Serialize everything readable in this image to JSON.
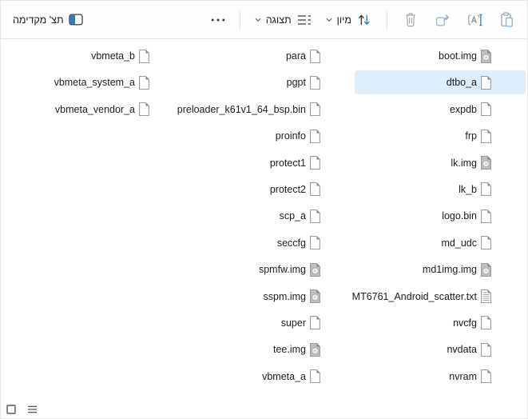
{
  "toolbar": {
    "preview_label": "תצ' מקדימה",
    "view_label": "תצוגה",
    "sort_label": "מיון"
  },
  "icons": {
    "toolbar": [
      "paste",
      "rename",
      "share",
      "delete",
      "sort-arrows",
      "view-list",
      "see-more-ellipsis",
      "preview-pane"
    ],
    "statusbar": [
      "thumbnail-view",
      "details-list-view"
    ],
    "file_types": [
      "blank-file",
      "disc-image-file",
      "text-file"
    ]
  },
  "colors": {
    "selection_background": "#ddedfa",
    "accent_blue": "#2e7cc4",
    "icon_gray": "#a6a6a6",
    "text": "#1c1c1c",
    "toolbar_divider": "#e0e0e0"
  },
  "content": {
    "columns": [
      {
        "side": "right",
        "items": [
          {
            "name": "boot.img",
            "icon": "disc"
          },
          {
            "name": "dtbo_a",
            "icon": "file",
            "selected": true
          },
          {
            "name": "expdb",
            "icon": "file"
          },
          {
            "name": "frp",
            "icon": "file"
          },
          {
            "name": "lk.img",
            "icon": "disc"
          },
          {
            "name": "lk_b",
            "icon": "file"
          },
          {
            "name": "logo.bin",
            "icon": "file"
          },
          {
            "name": "md_udc",
            "icon": "file"
          },
          {
            "name": "md1img.img",
            "icon": "disc"
          },
          {
            "name": "MT6761_Android_scatter.txt",
            "icon": "txt"
          },
          {
            "name": "nvcfg",
            "icon": "file"
          },
          {
            "name": "nvdata",
            "icon": "file"
          },
          {
            "name": "nvram",
            "icon": "file"
          }
        ]
      },
      {
        "side": "middle",
        "items": [
          {
            "name": "para",
            "icon": "file"
          },
          {
            "name": "pgpt",
            "icon": "file"
          },
          {
            "name": "preloader_k61v1_64_bsp.bin",
            "icon": "file"
          },
          {
            "name": "proinfo",
            "icon": "file"
          },
          {
            "name": "protect1",
            "icon": "file"
          },
          {
            "name": "protect2",
            "icon": "file"
          },
          {
            "name": "scp_a",
            "icon": "file"
          },
          {
            "name": "seccfg",
            "icon": "file"
          },
          {
            "name": "spmfw.img",
            "icon": "disc"
          },
          {
            "name": "sspm.img",
            "icon": "disc"
          },
          {
            "name": "super",
            "icon": "file"
          },
          {
            "name": "tee.img",
            "icon": "disc"
          },
          {
            "name": "vbmeta_a",
            "icon": "file"
          }
        ]
      },
      {
        "side": "left",
        "items": [
          {
            "name": "vbmeta_b",
            "icon": "file"
          },
          {
            "name": "vbmeta_system_a",
            "icon": "file"
          },
          {
            "name": "vbmeta_vendor_a",
            "icon": "file"
          }
        ]
      }
    ]
  }
}
